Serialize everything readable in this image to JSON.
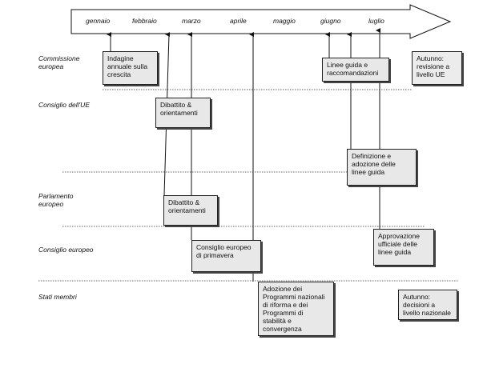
{
  "months": [
    "gennaio",
    "febbraio",
    "marzo",
    "aprile",
    "maggio",
    "giugno",
    "luglio"
  ],
  "rows": [
    {
      "id": "commissione",
      "label": "Commissione\neuropea"
    },
    {
      "id": "consiglio-ue",
      "label": "Consiglio dell'UE"
    },
    {
      "id": "parlamento",
      "label": "Parlamento\neuropeo"
    },
    {
      "id": "consiglio-europeo",
      "label": "Consiglio europeo"
    },
    {
      "id": "stati",
      "label": "Stati membri"
    }
  ],
  "boxes": {
    "indagine": "Indagine\nannuale sulla\ncrescita",
    "linee_guida": "Linee guida e\nraccomandazioni",
    "autunno_revisione": "Autunno:\nrevisione a\nlivello UE",
    "dibattito_consiglio": "Dibattito &\norientamenti",
    "definizione": "Definizione e\nadozione delle\nlinee guida",
    "dibattito_parlamento": "Dibattito &\norientamenti",
    "consiglio_primavera": "Consiglio europeo\ndi primavera",
    "approvazione": "Approvazione\nufficiale delle\nlinee guida",
    "adozione_programmi": "Adozione dei\nProgrammi nazionali\ndi riforma e dei\nProgrammi di\nstabilità e\nconvergenza",
    "autunno_decisioni": "Autunno:\ndecisioni a\nlivello nazionale"
  }
}
